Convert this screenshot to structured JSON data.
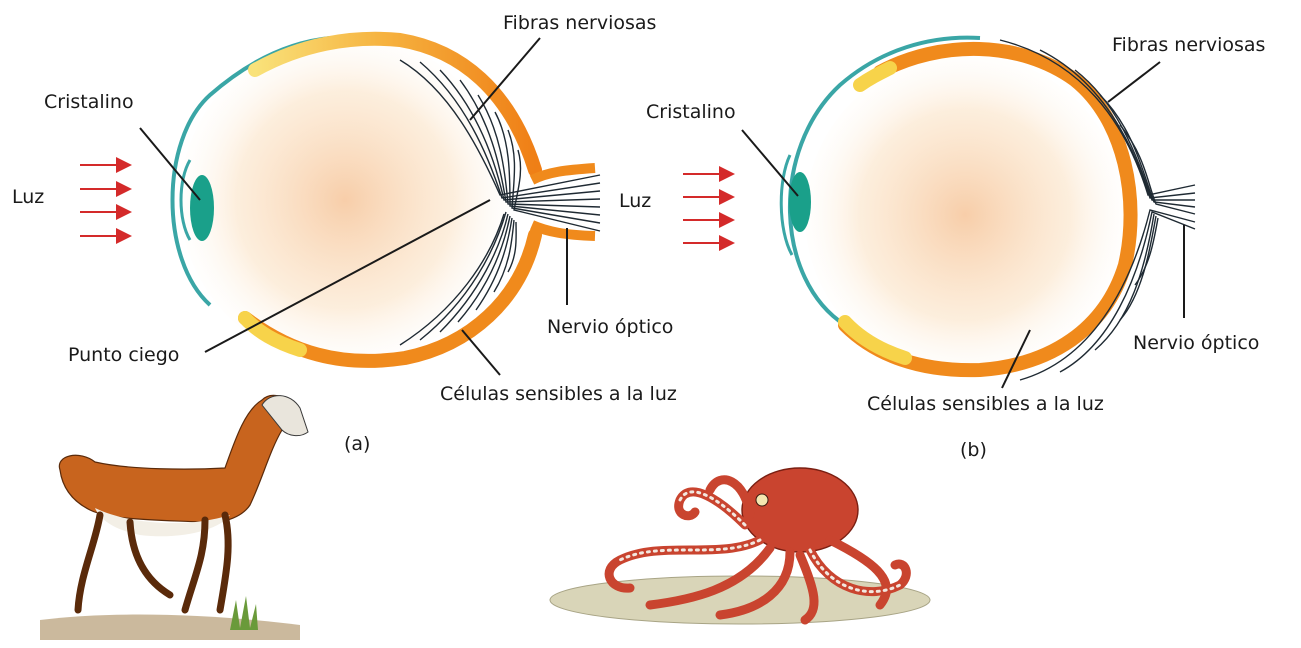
{
  "diagram_a": {
    "caption": "(a)",
    "light_label": "Luz",
    "lens_label": "Cristalino",
    "fibers_label": "Fibras nerviosas",
    "blind_spot_label": "Punto ciego",
    "optic_nerve_label": "Nervio óptico",
    "photoreceptors_label": "Células sensibles a la luz"
  },
  "diagram_b": {
    "caption": "(b)",
    "light_label": "Luz",
    "lens_label": "Cristalino",
    "fibers_label": "Fibras nerviosas",
    "optic_nerve_label": "Nervio óptico",
    "photoreceptors_label": "Células sensibles a la luz"
  },
  "colors": {
    "sclera": "#3aa6a6",
    "lens": "#1aa08a",
    "retina": "#f08a1c",
    "retina_light": "#f7d34a",
    "nerve": "#1f2a33",
    "arrow": "#d42a2a",
    "vitreous": "#f6c9a0"
  },
  "illustrations": {
    "left_animal": "guanaco-illustration",
    "right_animal": "octopus-illustration"
  }
}
